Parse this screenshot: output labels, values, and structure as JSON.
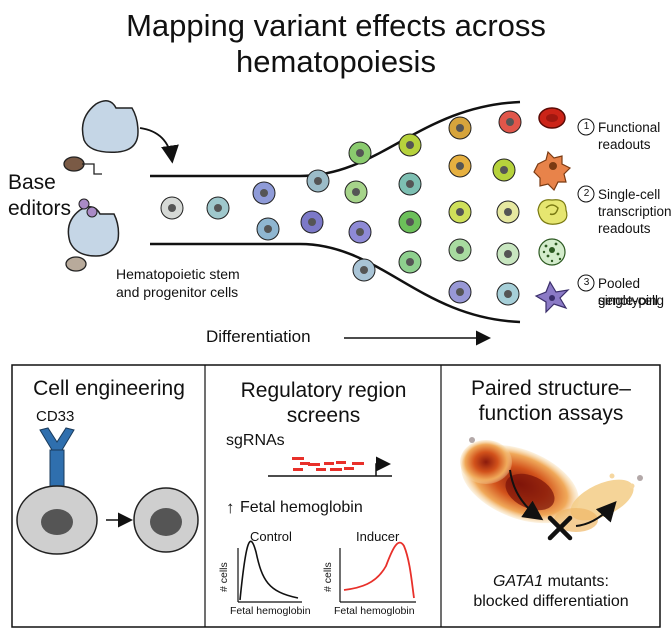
{
  "title": {
    "line1": "Mapping variant effects across",
    "line2": "hematopoiesis"
  },
  "top": {
    "base_editors_line1": "Base",
    "base_editors_line2": "editors",
    "hspc_line1": "Hematopoietic stem",
    "hspc_line2": "and progenitor cells",
    "differentiation": "Differentiation",
    "readouts": [
      {
        "num": "1",
        "line1": "Functional",
        "line2": "readouts",
        "line3": ""
      },
      {
        "num": "2",
        "line1": "Single-cell",
        "line2": "transcriptional",
        "line3": "readouts"
      },
      {
        "num": "3",
        "line1": "Pooled single-cell",
        "line2": "genotyping",
        "line3": ""
      }
    ]
  },
  "panels": {
    "cell_engineering": {
      "title": "Cell engineering",
      "receptor": "CD33"
    },
    "regulatory": {
      "title_line1": "Regulatory region",
      "title_line2": "screens",
      "sgrnas": "sgRNAs",
      "arrow": "↑",
      "fetal": "Fetal hemoglobin",
      "plots": [
        {
          "title": "Control",
          "ylabel": "# cells",
          "xlabel": "Fetal hemoglobin"
        },
        {
          "title": "Inducer",
          "ylabel": "# cells",
          "xlabel": "Fetal hemoglobin"
        }
      ]
    },
    "paired": {
      "title_line1": "Paired structure–",
      "title_line2": "function assays",
      "caption_gene": "GATA1",
      "caption_rest": " mutants:",
      "caption_line2": "blocked differentiation"
    }
  },
  "colors": {
    "editor": "#c5d6e6",
    "receptor": "#2f6fae",
    "sgrna": "#e8302a",
    "inducer_curve": "#e8302a",
    "cell_gray": "#cfcfcf",
    "nucleus": "#555555"
  }
}
